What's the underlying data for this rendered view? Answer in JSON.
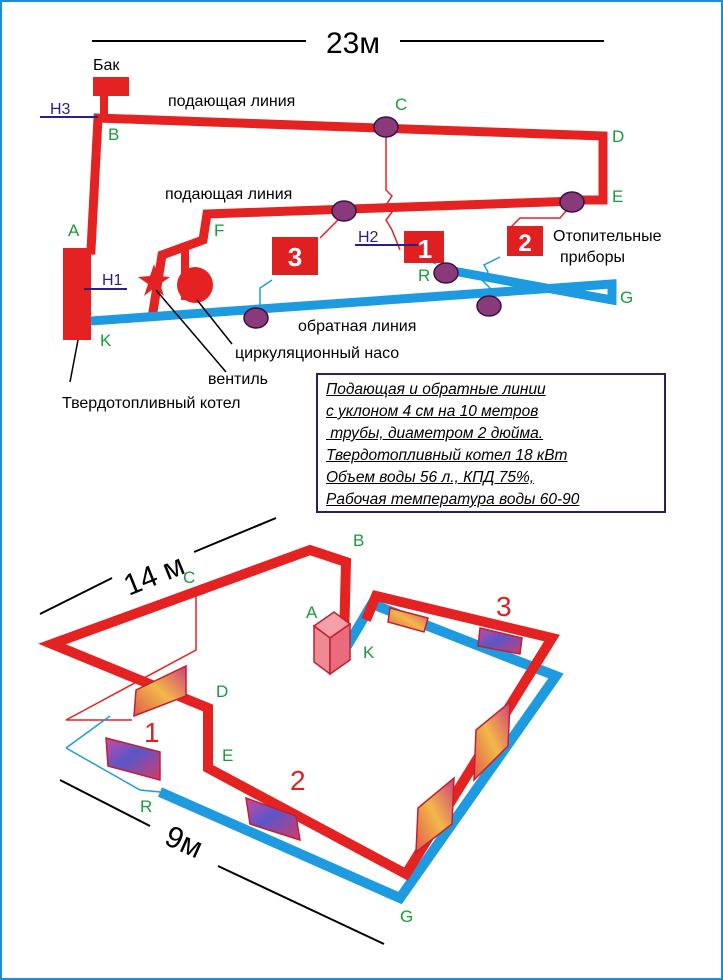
{
  "colors": {
    "supply": "#e52222",
    "return": "#1e9be0",
    "node": "#8a3a7a",
    "label_green": "#1a9a3a",
    "h_line": "#2a1f8a",
    "number_red": "#e02020"
  },
  "top_diagram": {
    "dimension_label": "23м",
    "tank_label": "Бак",
    "supply_line_label_1": "подающая линия",
    "supply_line_label_2": "подающая линия",
    "return_line_label": "обратная линия",
    "heaters_label_line1": "Отопительные",
    "heaters_label_line2": "приборы",
    "pump_label": "циркуляционный насо",
    "valve_label": "вентиль",
    "boiler_label": "Твердотопливный котел",
    "points": {
      "A": "A",
      "B": "B",
      "C": "C",
      "D": "D",
      "E": "E",
      "F": "F",
      "G": "G",
      "K": "K",
      "R": "R"
    },
    "levels": {
      "H1": "H1",
      "H2": "H2",
      "H3": "H3"
    },
    "heater_numbers": [
      "1",
      "2",
      "3"
    ]
  },
  "notes": [
    "Подающая и обратные линии",
    "с уклоном 4 см на 10 метров",
    " трубы, диаметром 2 дюйма.",
    "Твердотопливный котел 18 кВт",
    "Объем воды 56 л., КПД 75%,",
    "Рабочая температура воды 60-90"
  ],
  "iso_diagram": {
    "dimension_14": "14 м",
    "dimension_9": "9м",
    "points": {
      "A": "A",
      "B": "B",
      "C": "C",
      "D": "D",
      "E": "E",
      "G": "G",
      "K": "K",
      "R": "R"
    },
    "heater_numbers": [
      "1",
      "2",
      "3"
    ]
  }
}
